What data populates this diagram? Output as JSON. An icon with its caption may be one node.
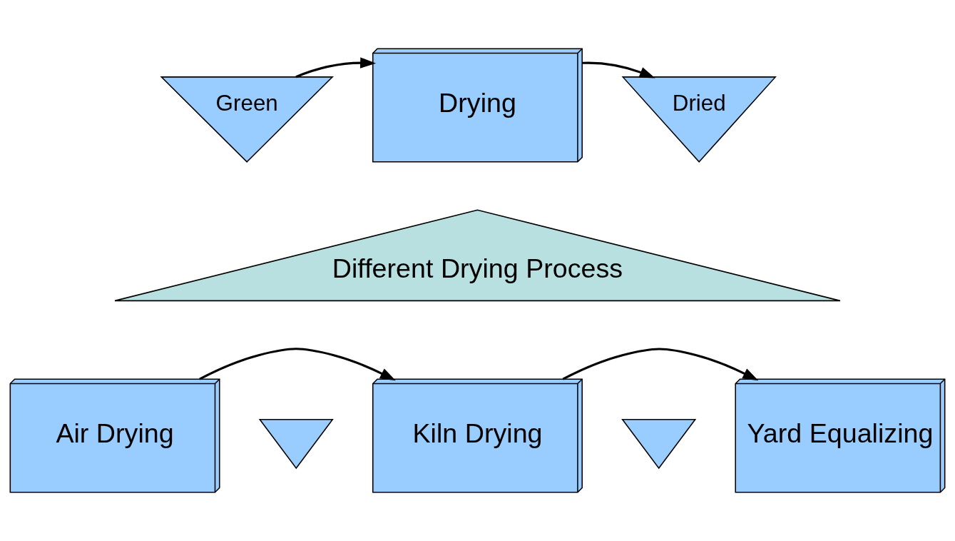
{
  "diagram": {
    "nodes": [
      {
        "text": [
          "Green"
        ]
      },
      {
        "text": [
          "Drying"
        ]
      },
      {
        "text": [
          "Dried"
        ]
      },
      {
        "text": [
          "Different Drying Process"
        ]
      },
      {
        "text": [
          "Air Drying"
        ]
      },
      {
        "text": [
          "Kiln Drying"
        ]
      },
      {
        "text": [
          "Yard Equalizing"
        ]
      },
      {
        "text": [],
        "shape": "triangle"
      },
      {
        "text": [],
        "shape": "triangle"
      }
    ],
    "edges": [
      {
        "from": 0,
        "to": 1,
        "arrow": "to"
      },
      {
        "from": 1,
        "to": 2,
        "arrow": "to"
      },
      {
        "from": 4,
        "to": 5,
        "arrow": "to"
      },
      {
        "from": 5,
        "to": 6,
        "arrow": "to"
      }
    ]
  }
}
